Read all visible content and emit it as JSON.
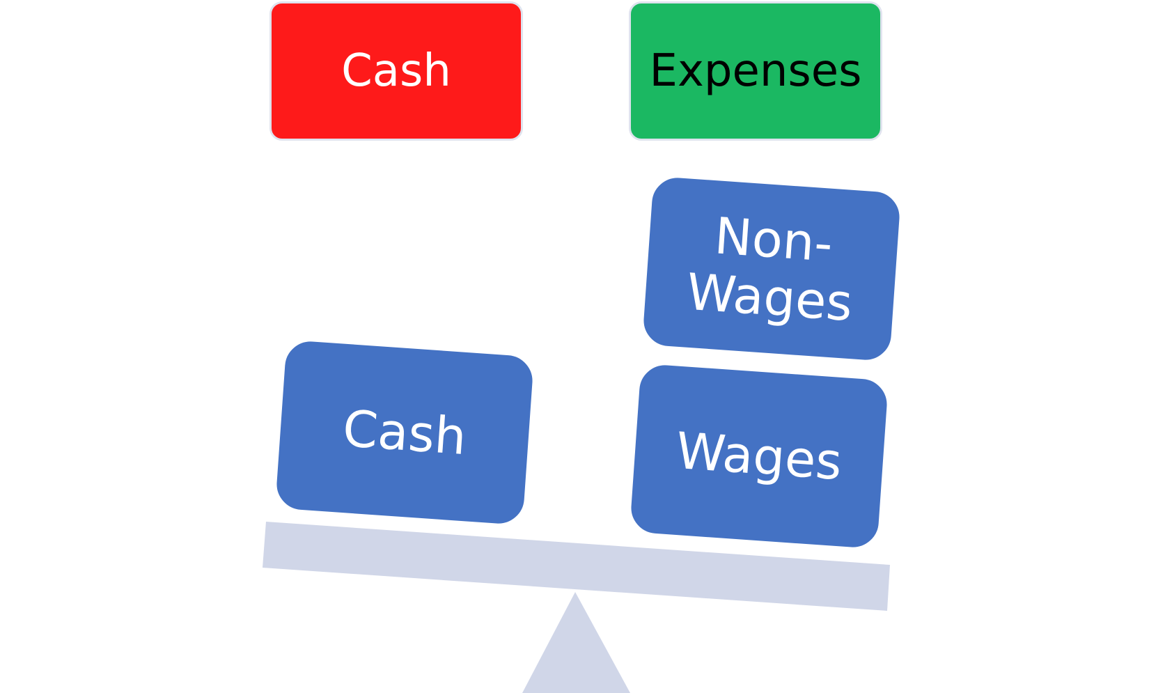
{
  "legend": {
    "cash_label": "Cash",
    "expenses_label": "Expenses"
  },
  "blocks": {
    "cash": "Cash",
    "non_wages_line1": "Non-",
    "non_wages_line2": "Wages",
    "wages": "Wages"
  },
  "colors": {
    "cash_box": "#fe1a1a",
    "expenses_box": "#1bb862",
    "block_fill": "#4472c4",
    "scale": "#d0d6e8"
  }
}
